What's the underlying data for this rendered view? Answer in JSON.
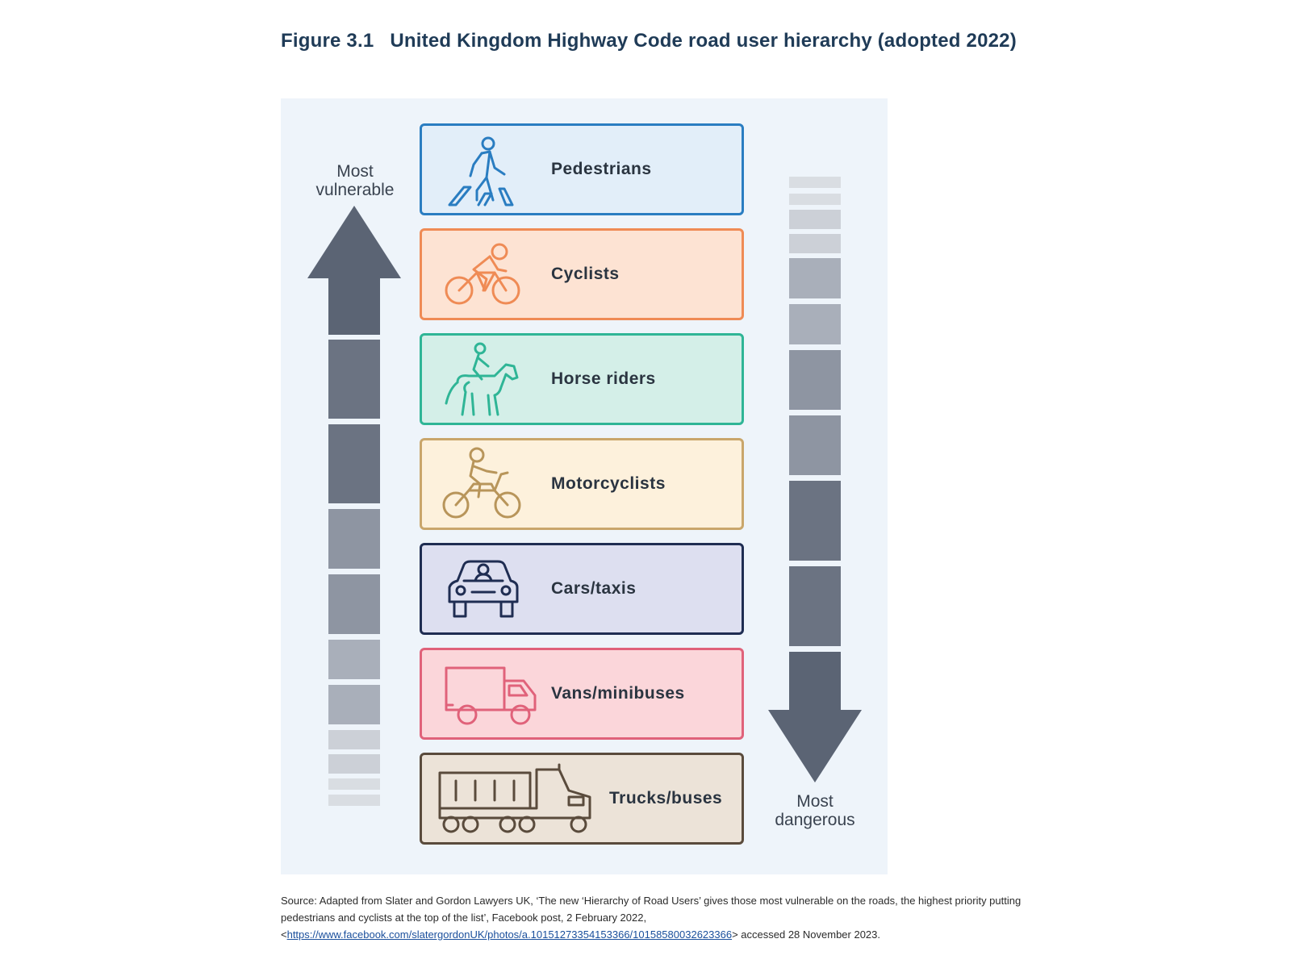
{
  "figure": {
    "number": "Figure 3.1",
    "title": "United Kingdom Highway Code road user hierarchy (adopted 2022)"
  },
  "labels": {
    "top_left": "Most vulnerable",
    "bottom_right": "Most dangerous"
  },
  "hierarchy": [
    {
      "label": "Pedestrians",
      "icon": "pedestrian-icon",
      "bg": "#e2eef9",
      "border": "#2a7dc1",
      "icon_color": "#2a7dc1"
    },
    {
      "label": "Cyclists",
      "icon": "cyclist-icon",
      "bg": "#fde3d3",
      "border": "#ef8b55",
      "icon_color": "#ef8b55"
    },
    {
      "label": "Horse riders",
      "icon": "horse-rider-icon",
      "bg": "#d4efe8",
      "border": "#2fb596",
      "icon_color": "#2fb596"
    },
    {
      "label": "Motorcyclists",
      "icon": "motorcyclist-icon",
      "bg": "#fdf1dc",
      "border": "#c9a66b",
      "icon_color": "#b8955a"
    },
    {
      "label": "Cars/taxis",
      "icon": "car-icon",
      "bg": "#dddff0",
      "border": "#1f2d52",
      "icon_color": "#1f2d52"
    },
    {
      "label": "Vans/minibuses",
      "icon": "van-icon",
      "bg": "#fbd6da",
      "border": "#e0627a",
      "icon_color": "#e0627a"
    },
    {
      "label": "Trucks/buses",
      "icon": "truck-icon",
      "bg": "#ece3d8",
      "border": "#5a4b3c",
      "icon_color": "#5a4b3c"
    }
  ],
  "source": {
    "prefix": "Source: Adapted from Slater and Gordon Lawyers UK, ‘The new ‘Hierarchy of Road Users’ gives those most vulnerable on the roads, the highest priority putting pedestrians and cyclists at the top of the list’, Facebook post, 2 February 2022, <",
    "url": "https://www.facebook.com/slatergordonUK/photos/a.10151273354153366/10158580032623366",
    "suffix": "> accessed 28 November 2023."
  },
  "colors": {
    "title": "#1f3b57",
    "arrow_dark": "#5b6474",
    "panel_bg": "#eef4fa"
  }
}
